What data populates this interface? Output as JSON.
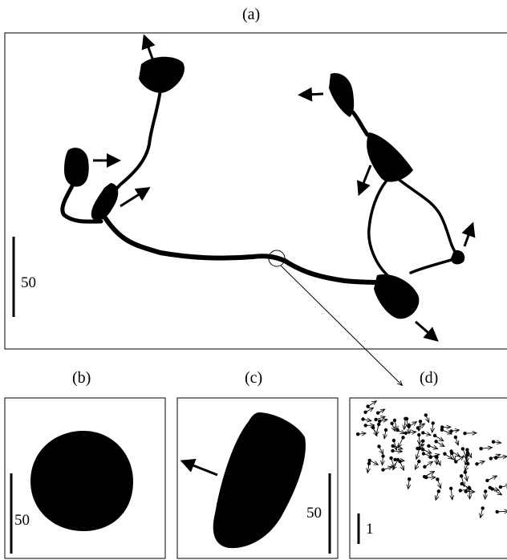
{
  "panels": {
    "a": {
      "label": "(a)",
      "scale_label": "50"
    },
    "b": {
      "label": "(b)",
      "scale_label": "50"
    },
    "c": {
      "label": "(c)",
      "scale_label": "50"
    },
    "d": {
      "label": "(d)",
      "scale_label": "1"
    }
  },
  "colors": {
    "ink": "#000000",
    "background": "#ffffff"
  }
}
